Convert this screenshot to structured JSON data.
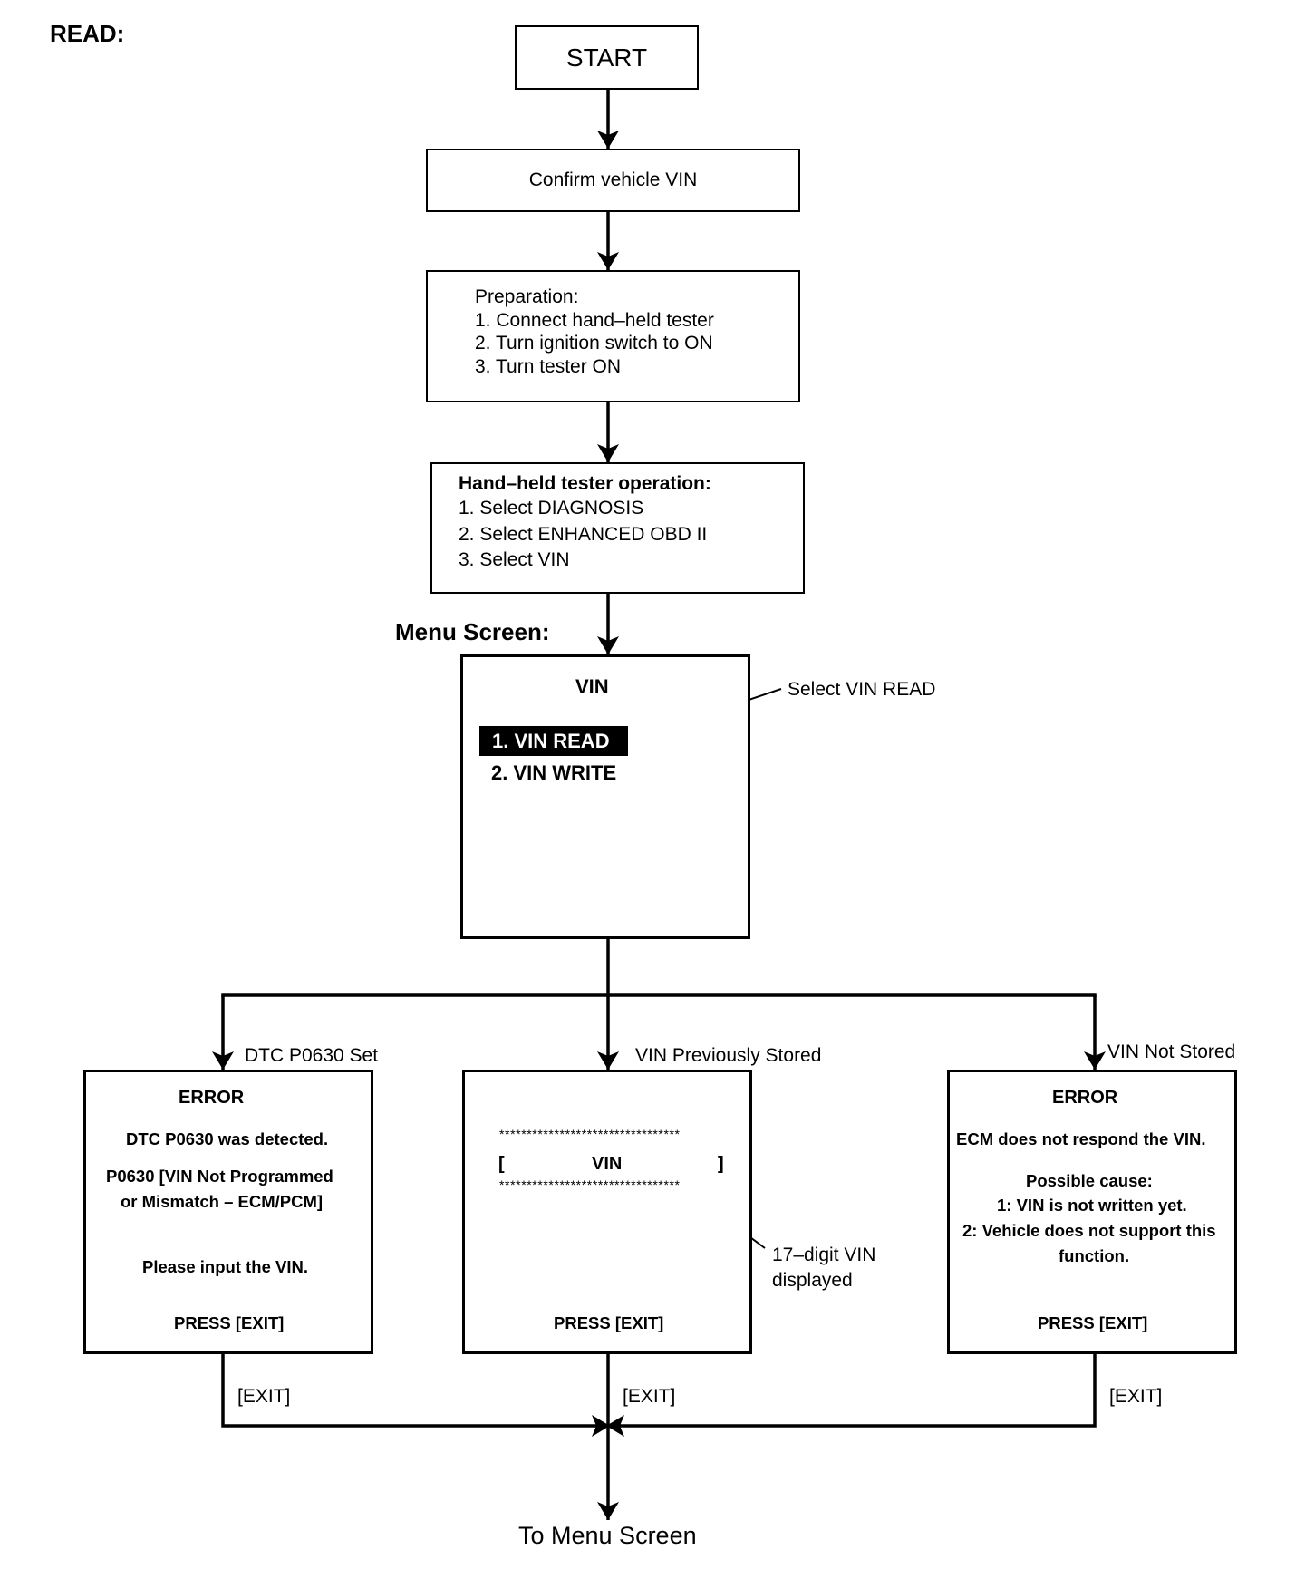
{
  "read_label": "READ:",
  "start": "START",
  "confirm_vin": "Confirm vehicle VIN",
  "preparation": {
    "title": "Preparation:",
    "steps": [
      "1. Connect hand–held tester",
      "2. Turn ignition switch to ON",
      "3. Turn tester ON"
    ]
  },
  "tester_operation": {
    "title": "Hand–held tester operation:",
    "steps": [
      "1. Select DIAGNOSIS",
      "2. Select ENHANCED OBD II",
      "3. Select VIN"
    ]
  },
  "menu_screen": {
    "label": "Menu Screen:",
    "title": "VIN",
    "items": [
      "1. VIN READ",
      "2. VIN WRITE"
    ],
    "callout": "Select VIN READ"
  },
  "branches": {
    "left_label": "DTC P0630 Set",
    "middle_label": "VIN Previously Stored",
    "right_label": "VIN Not Stored"
  },
  "error_p0630": {
    "title": "ERROR",
    "line1": "DTC P0630 was detected.",
    "line2": "P0630  [VIN Not Programmed",
    "line3": "or Mismatch – ECM/PCM]",
    "line4": "Please input the VIN.",
    "press": "PRESS [EXIT]"
  },
  "vin_display": {
    "stars": "*********************************",
    "bracket_open": "[",
    "vin": "VIN",
    "bracket_close": "]",
    "callout_line1": "17–digit VIN",
    "callout_line2": "displayed",
    "press": "PRESS [EXIT]"
  },
  "error_not_stored": {
    "title": "ERROR",
    "line1": "ECM does not respond the VIN.",
    "line2": "Possible cause:",
    "line3": "1: VIN is not written yet.",
    "line4": "2: Vehicle does not support this",
    "line5": "function.",
    "press": "PRESS [EXIT]"
  },
  "exit_labels": [
    "[EXIT]",
    "[EXIT]",
    "[EXIT]"
  ],
  "end": "To Menu Screen"
}
